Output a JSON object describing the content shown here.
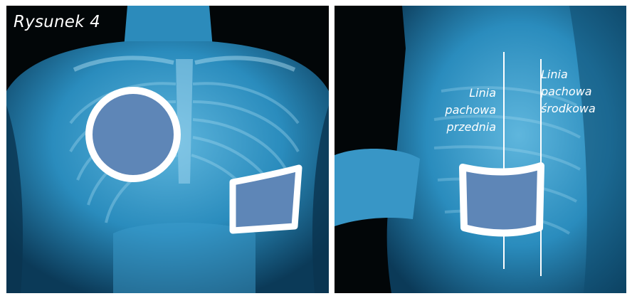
{
  "figure": {
    "caption": "Rysunek 4"
  },
  "right_panel": {
    "labels": {
      "anterior_axillary": [
        "Linia",
        "pachowa",
        "przednia"
      ],
      "mid_axillary": [
        "Linia",
        "pachowa",
        "środkowa"
      ]
    }
  },
  "colors": {
    "background": "#020608",
    "body_light": "#5fb6dd",
    "body_mid": "#1f7fb0",
    "body_dark": "#0b3a58",
    "pad_fill": "#5e86b7",
    "pad_outline": "#ffffff",
    "frame_divider": "#ffffff"
  }
}
